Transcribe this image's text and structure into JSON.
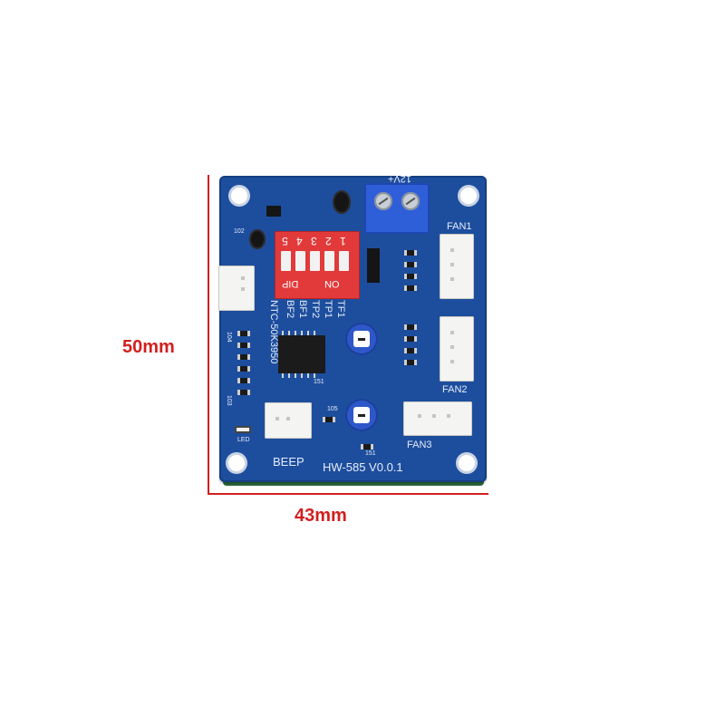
{
  "dimensions": {
    "height_label": "50mm",
    "width_label": "43mm",
    "line_color": "#d21f1f"
  },
  "board": {
    "model_label": "HW-585 V0.0.1",
    "pcb_color": "#1d4e9e",
    "silkscreen": {
      "power": "12V+",
      "fan1": "FAN1",
      "fan2": "FAN2",
      "fan3": "FAN3",
      "beep": "BEEP",
      "led": "LED",
      "ntc": "NTC-50K3950",
      "tf1": "TF1",
      "tp1": "TP1",
      "tp2": "TP2",
      "bf1": "BF1",
      "bf2": "BF2",
      "r151_a": "151",
      "r151_b": "151",
      "r105": "105",
      "r102": "102",
      "r104": "104",
      "r103": "103"
    },
    "dip_switch": {
      "label": "DIP",
      "on_label": "ON",
      "numbers": [
        "1",
        "2",
        "3",
        "4",
        "5"
      ],
      "color": "#e23a3a"
    }
  }
}
